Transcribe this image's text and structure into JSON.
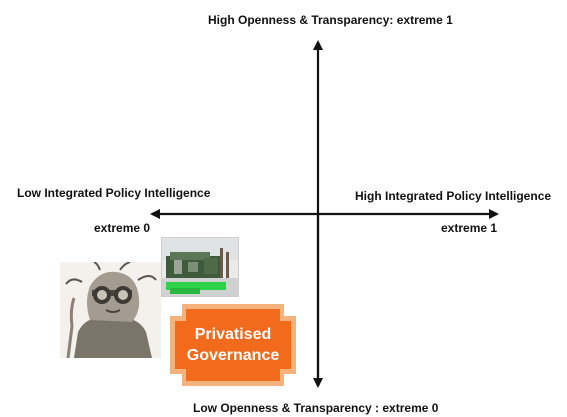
{
  "axes": {
    "top": "High Openness & Transparency: extreme 1",
    "bottom": "Low Openness & Transparency : extreme 0",
    "left_title": "Low Integrated  Policy  Intelligence",
    "left_value": "extreme 0",
    "right_title": "High  Integrated Policy Intelligence",
    "right_value": "extreme 1"
  },
  "quadrant_badge": {
    "line1": "Privatised",
    "line2": "Governance"
  },
  "colors": {
    "badge_fill": "#f26a1b",
    "badge_border": "#f6b27c",
    "axis": "#111111"
  },
  "images": {
    "portrait": "steampunk-goggles-figure",
    "scene": "industrial-green-machinery"
  }
}
